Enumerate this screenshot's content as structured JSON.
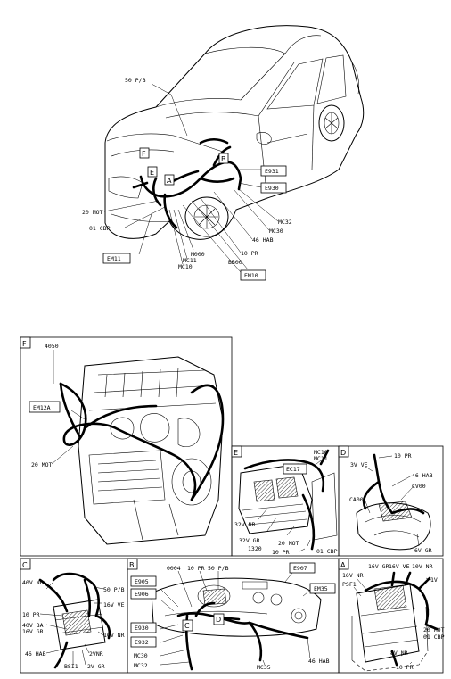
{
  "main": {
    "labels": {
      "l50pb": "50 P/B",
      "lF": "F",
      "lE": "E",
      "lA": "A",
      "lB": "B",
      "e931": "E931",
      "e930": "E930",
      "mc32": "MC32",
      "mc30": "MC30",
      "hab46": "46 HAB",
      "pr10": "10 PR",
      "bb00": "BB00",
      "em10": "EM10",
      "m000": "M000",
      "mc11": "MC11",
      "mc10": "MC10",
      "em11": "EM11",
      "mot20": "20 MOT",
      "cbp01": "01 CBP"
    }
  },
  "panel_f": {
    "letter": "F",
    "labels": {
      "n4050": "4050",
      "em12a": "EM12A",
      "mot20": "20 MOT"
    }
  },
  "panel_e": {
    "letter": "E",
    "labels": {
      "ec17": "EC17",
      "mc10": "MC10",
      "mc11": "MC11",
      "nr32v": "32V NR",
      "gr32v": "32V GR",
      "n1320": "1320",
      "mot20": "20 MOT",
      "cbp01": "01 CBP",
      "pr10": "10 PR"
    }
  },
  "panel_d": {
    "letter": "D",
    "labels": {
      "pr10": "10 PR",
      "ve3v": "3V VE",
      "hab46": "46 HAB",
      "cv00": "CV00",
      "ca00": "CA00",
      "gr6v": "6V GR"
    }
  },
  "panel_c": {
    "letter": "C",
    "labels": {
      "ng40v": "40V NG",
      "pb50": "50 P/B",
      "ve16v": "16V VE",
      "pr10": "10 PR",
      "ba40v": "40V BA",
      "gr16v": "16V GR",
      "nr10v": "10V NR",
      "nr2v": "2VNR",
      "hab46": "46 HAB",
      "bsi1": "BSI1",
      "gr2v": "2V GR"
    }
  },
  "panel_b": {
    "letter": "B",
    "labels": {
      "n0004": "0004",
      "pr10": "10 PR",
      "pb50": "50 P/B",
      "e907": "E907",
      "e905": "E905",
      "e906": "E906",
      "em35": "EM35",
      "e930": "E930",
      "e932": "E932",
      "lC": "C",
      "lD": "D",
      "mc30": "MC30",
      "mc32": "MC32",
      "mc35": "MC35",
      "hab46": "46 HAB"
    }
  },
  "panel_a": {
    "letter": "A",
    "labels": {
      "nr16v": "16V NR",
      "gr16v": "16V GR",
      "ve16v": "16V VE",
      "nr10v": "10V NR",
      "psf1": "PSF1",
      "v1": "1V",
      "mot20": "20 MOT",
      "cbp01": "01 CBP",
      "nr8v": "8V NR",
      "pr10": "10 PR"
    }
  }
}
